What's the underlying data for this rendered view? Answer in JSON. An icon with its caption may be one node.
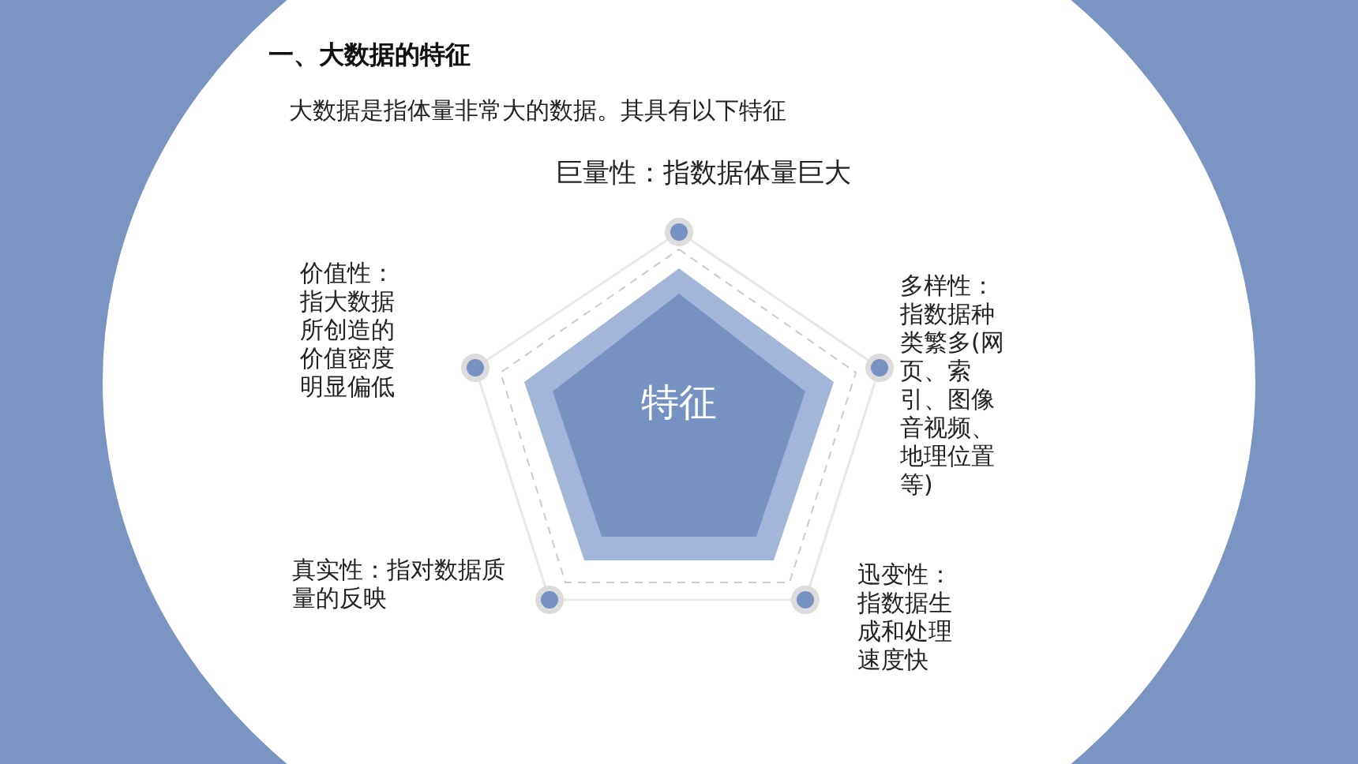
{
  "diagram": {
    "title": "一、大数据的特征",
    "nodes": [
      {
        "text": [
          "特征"
        ]
      }
    ],
    "labels": [
      "大数据是指体量非常大的数据。其具有以下特征",
      "巨量性：指数据体量巨大",
      "价值性：指大数据所创造的价值密度明显偏低",
      "多样性：指数据种类繁多(网页、索引、图像音视频、地理位置等)",
      "真实性：指对数据质量的反映",
      "迅变性：指数据生成和处理速度快"
    ]
  }
}
